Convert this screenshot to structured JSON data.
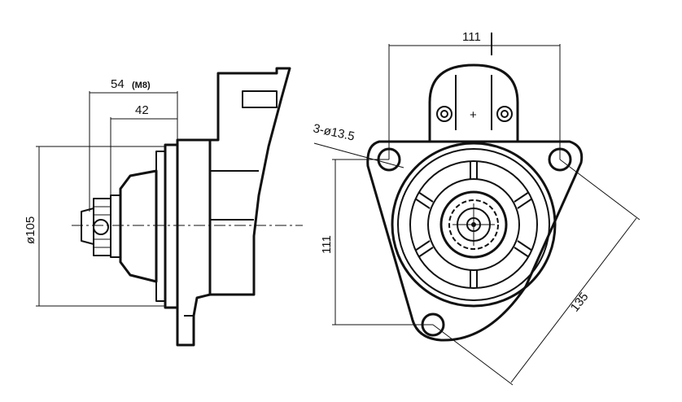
{
  "side_view": {
    "dim_54": "54",
    "dim_54_note": "(M8)",
    "dim_42": "42",
    "dim_dia105": "ø105"
  },
  "front_view": {
    "dim_111_top": "111",
    "dim_111_left": "111",
    "dim_holes": "3-ø13.5",
    "dim_135": "135",
    "terminal_mark": "+"
  }
}
